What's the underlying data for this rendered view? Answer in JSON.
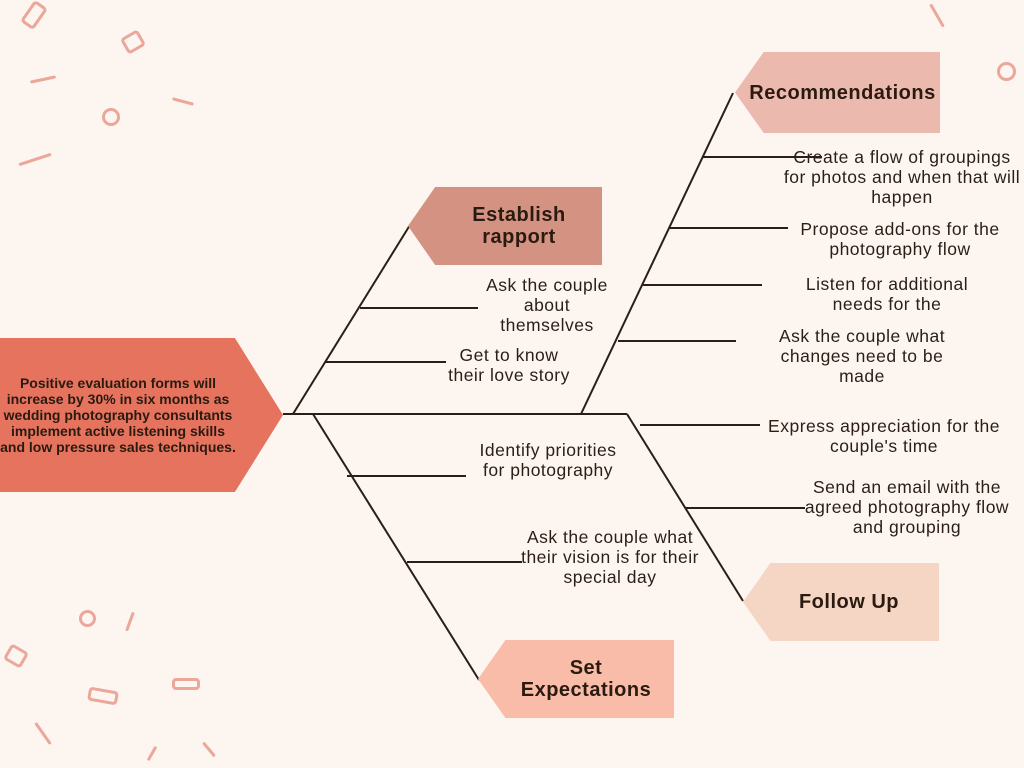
{
  "problem": "Positive evaluation forms will increase by 30% in six months as wedding photography consultants implement active listening skills and low pressure sales techniques.",
  "categories": {
    "rapport": "Establish rapport",
    "expectations": "Set Expectations",
    "recommendations": "Recommendations",
    "follow_up": "Follow Up"
  },
  "causes": {
    "rapport": [
      "Ask the couple about themselves",
      "Get to know their love story"
    ],
    "expectations": [
      "Identify priorities for photography",
      "Ask the couple what their vision is for their special day"
    ],
    "recommendations": [
      "Create a flow  of groupings for photos and when that will happen",
      "Propose add-ons for the photography flow",
      "Listen for additional needs for the",
      "Ask the couple what changes need to be made"
    ],
    "follow_up": [
      "Express appreciation for the couple's time",
      "Send an email with the agreed photography flow and grouping"
    ]
  },
  "colors": {
    "background": "#fdf5ef",
    "head": "#e5735e",
    "rapport": "#d49282",
    "expectations": "#f9bca8",
    "recommendations": "#ecb9ae",
    "follow_up": "#f5d6c5",
    "bone": "#2a1e17"
  }
}
